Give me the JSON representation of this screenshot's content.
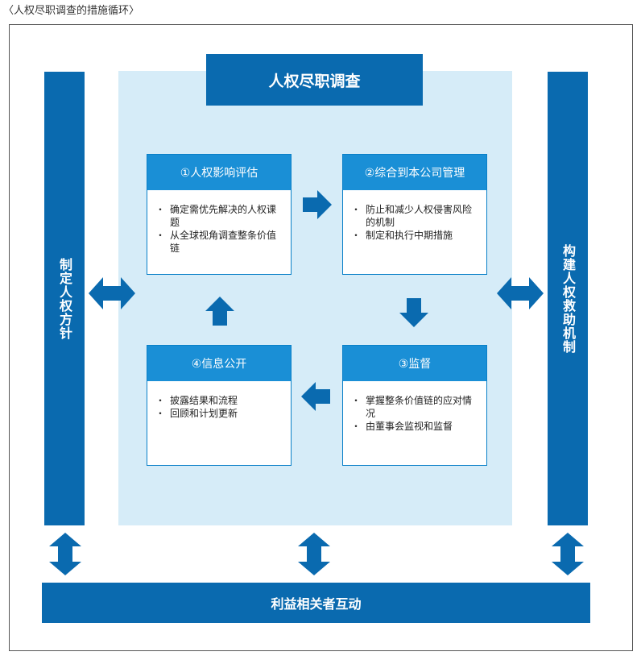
{
  "caption": "〈人权尽职调查的措施循环〉",
  "title": "人权尽职调查",
  "left_bar": "制定人权方针",
  "right_bar": "构建人权救助机制",
  "bottom_bar": "利益相关者互动",
  "colors": {
    "dark_blue": "#0a6aaf",
    "card_header": "#1a8fd6",
    "light_bg": "#d6ecf8"
  },
  "cards": [
    {
      "title": "①人权影响评估",
      "items": [
        "确定需优先解决的人权课题",
        "从全球视角调查整条价值链"
      ]
    },
    {
      "title": "②综合到本公司管理",
      "items": [
        "防止和减少人权侵害风险的机制",
        "制定和执行中期措施"
      ]
    },
    {
      "title": "③监督",
      "items": [
        "掌握整条价值链的应对情况",
        "由董事会监视和监督"
      ]
    },
    {
      "title": "④信息公开",
      "items": [
        "披露结果和流程",
        "回顾和计划更新"
      ]
    }
  ]
}
